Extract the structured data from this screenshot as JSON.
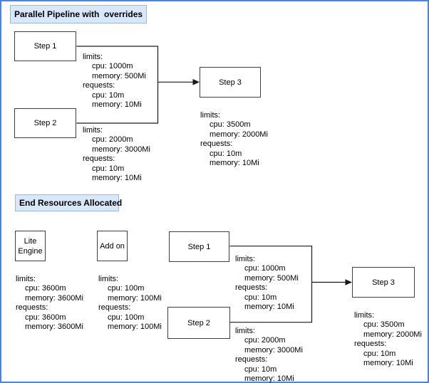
{
  "colors": {
    "canvas_border": "#4285f4",
    "title_fill": "#d9e7fb",
    "title_stroke": "#9cb8dc",
    "node_stroke": "#3f3f3f",
    "connector": "#000000"
  },
  "pipeline": {
    "title": "Parallel Pipeline with  overrides",
    "step1": {
      "label": "Step 1",
      "res": {
        "limits_label": "limits:",
        "limits": [
          "cpu: 1000m",
          "memory: 500Mi"
        ],
        "requests_label": "requests:",
        "requests": [
          "cpu: 10m",
          "memory: 10Mi"
        ]
      }
    },
    "step2": {
      "label": "Step 2",
      "res": {
        "limits_label": "limits:",
        "limits": [
          "cpu: 2000m",
          "memory: 3000Mi"
        ],
        "requests_label": "requests:",
        "requests": [
          "cpu: 10m",
          "memory: 10Mi"
        ]
      }
    },
    "step3": {
      "label": "Step 3",
      "res": {
        "limits_label": "limits:",
        "limits": [
          "cpu: 3500m",
          "memory: 2000Mi"
        ],
        "requests_label": "requests:",
        "requests": [
          "cpu: 10m",
          "memory: 10Mi"
        ]
      }
    }
  },
  "end": {
    "title": "End Resources Allocated",
    "lite_engine": {
      "label": "Lite\nEngine",
      "res": {
        "limits_label": "limits:",
        "limits": [
          "cpu: 3600m",
          "memory: 3600Mi"
        ],
        "requests_label": "requests:",
        "requests": [
          "cpu: 3600m",
          "memory: 3600Mi"
        ]
      }
    },
    "add_on": {
      "label": "Add on",
      "res": {
        "limits_label": "limits:",
        "limits": [
          "cpu: 100m",
          "memory: 100Mi"
        ],
        "requests_label": "requests:",
        "requests": [
          "cpu: 100m",
          "memory: 100Mi"
        ]
      }
    },
    "step1": {
      "label": "Step 1",
      "res": {
        "limits_label": "limits:",
        "limits": [
          "cpu: 1000m",
          "memory: 500Mi"
        ],
        "requests_label": "requests:",
        "requests": [
          "cpu: 10m",
          "memory: 10Mi"
        ]
      }
    },
    "step2": {
      "label": "Step 2",
      "res": {
        "limits_label": "limits:",
        "limits": [
          "cpu: 2000m",
          "memory: 3000Mi"
        ],
        "requests_label": "requests:",
        "requests": [
          "cpu: 10m",
          "memory: 10Mi"
        ]
      }
    },
    "step3": {
      "label": "Step 3",
      "res": {
        "limits_label": "limits:",
        "limits": [
          "cpu: 3500m",
          "memory: 2000Mi"
        ],
        "requests_label": "requests:",
        "requests": [
          "cpu: 10m",
          "memory: 10Mi"
        ]
      }
    }
  }
}
